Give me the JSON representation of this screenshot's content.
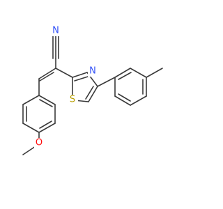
{
  "structure": {
    "atoms": {
      "n_nitrile": {
        "symbol": "N",
        "color": "#3050F8"
      },
      "n_thiazole": {
        "symbol": "N",
        "color": "#3050F8"
      },
      "s_thiazole": {
        "symbol": "S",
        "color": "#B8A000"
      },
      "o_methoxy": {
        "symbol": "O",
        "color": "#FF0D0D"
      }
    },
    "bond_color": "#3a3a3a"
  }
}
